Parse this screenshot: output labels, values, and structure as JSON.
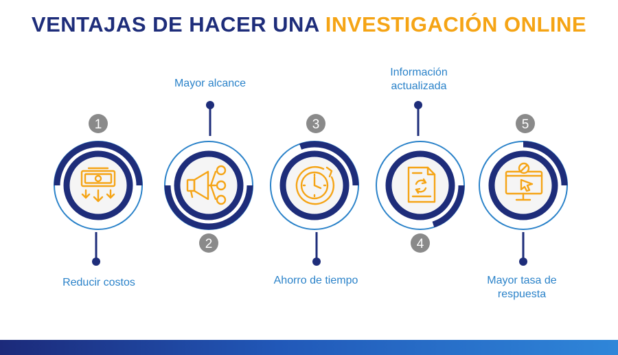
{
  "header": {
    "title_main": "VENTAJAS DE HACER UNA",
    "title_highlight": "INVESTIGACIÓN ONLINE"
  },
  "colors": {
    "navy": "#1e2d7a",
    "blue": "#2a82c9",
    "orange": "#f5a415",
    "grey_badge": "#8a8a8a"
  },
  "steps": [
    {
      "number": "1",
      "label": "Reducir costos",
      "icon": "money-cost-reduction-icon"
    },
    {
      "number": "2",
      "label": "Mayor alcance",
      "icon": "megaphone-people-icon"
    },
    {
      "number": "3",
      "label": "Ahorro de tiempo",
      "icon": "clock-icon"
    },
    {
      "number": "4",
      "label": "Información actualizada",
      "icon": "document-refresh-icon"
    },
    {
      "number": "5",
      "label": "Mayor tasa de respuesta",
      "icon": "monitor-click-percent-icon"
    }
  ]
}
